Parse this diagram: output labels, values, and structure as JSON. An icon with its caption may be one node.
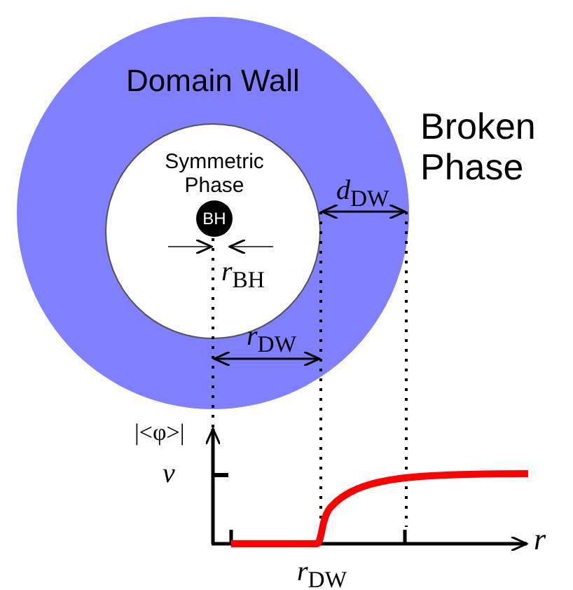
{
  "diagram": {
    "nodes": [
      {
        "text": [
          "Domain Wall"
        ]
      },
      {
        "text": [
          "Symmetric Phase"
        ],
        "in": 0
      },
      {
        "text": [
          "BH"
        ],
        "in": 1
      }
    ],
    "edges": [],
    "labels": [
      "Broken Phase",
      "*d*$_{DW}$",
      "*r*$_{BH}$",
      "*r*$_{DW}$",
      "|<φ>|",
      "*v*",
      "*r*$_{DW}$",
      "*r*"
    ]
  }
}
